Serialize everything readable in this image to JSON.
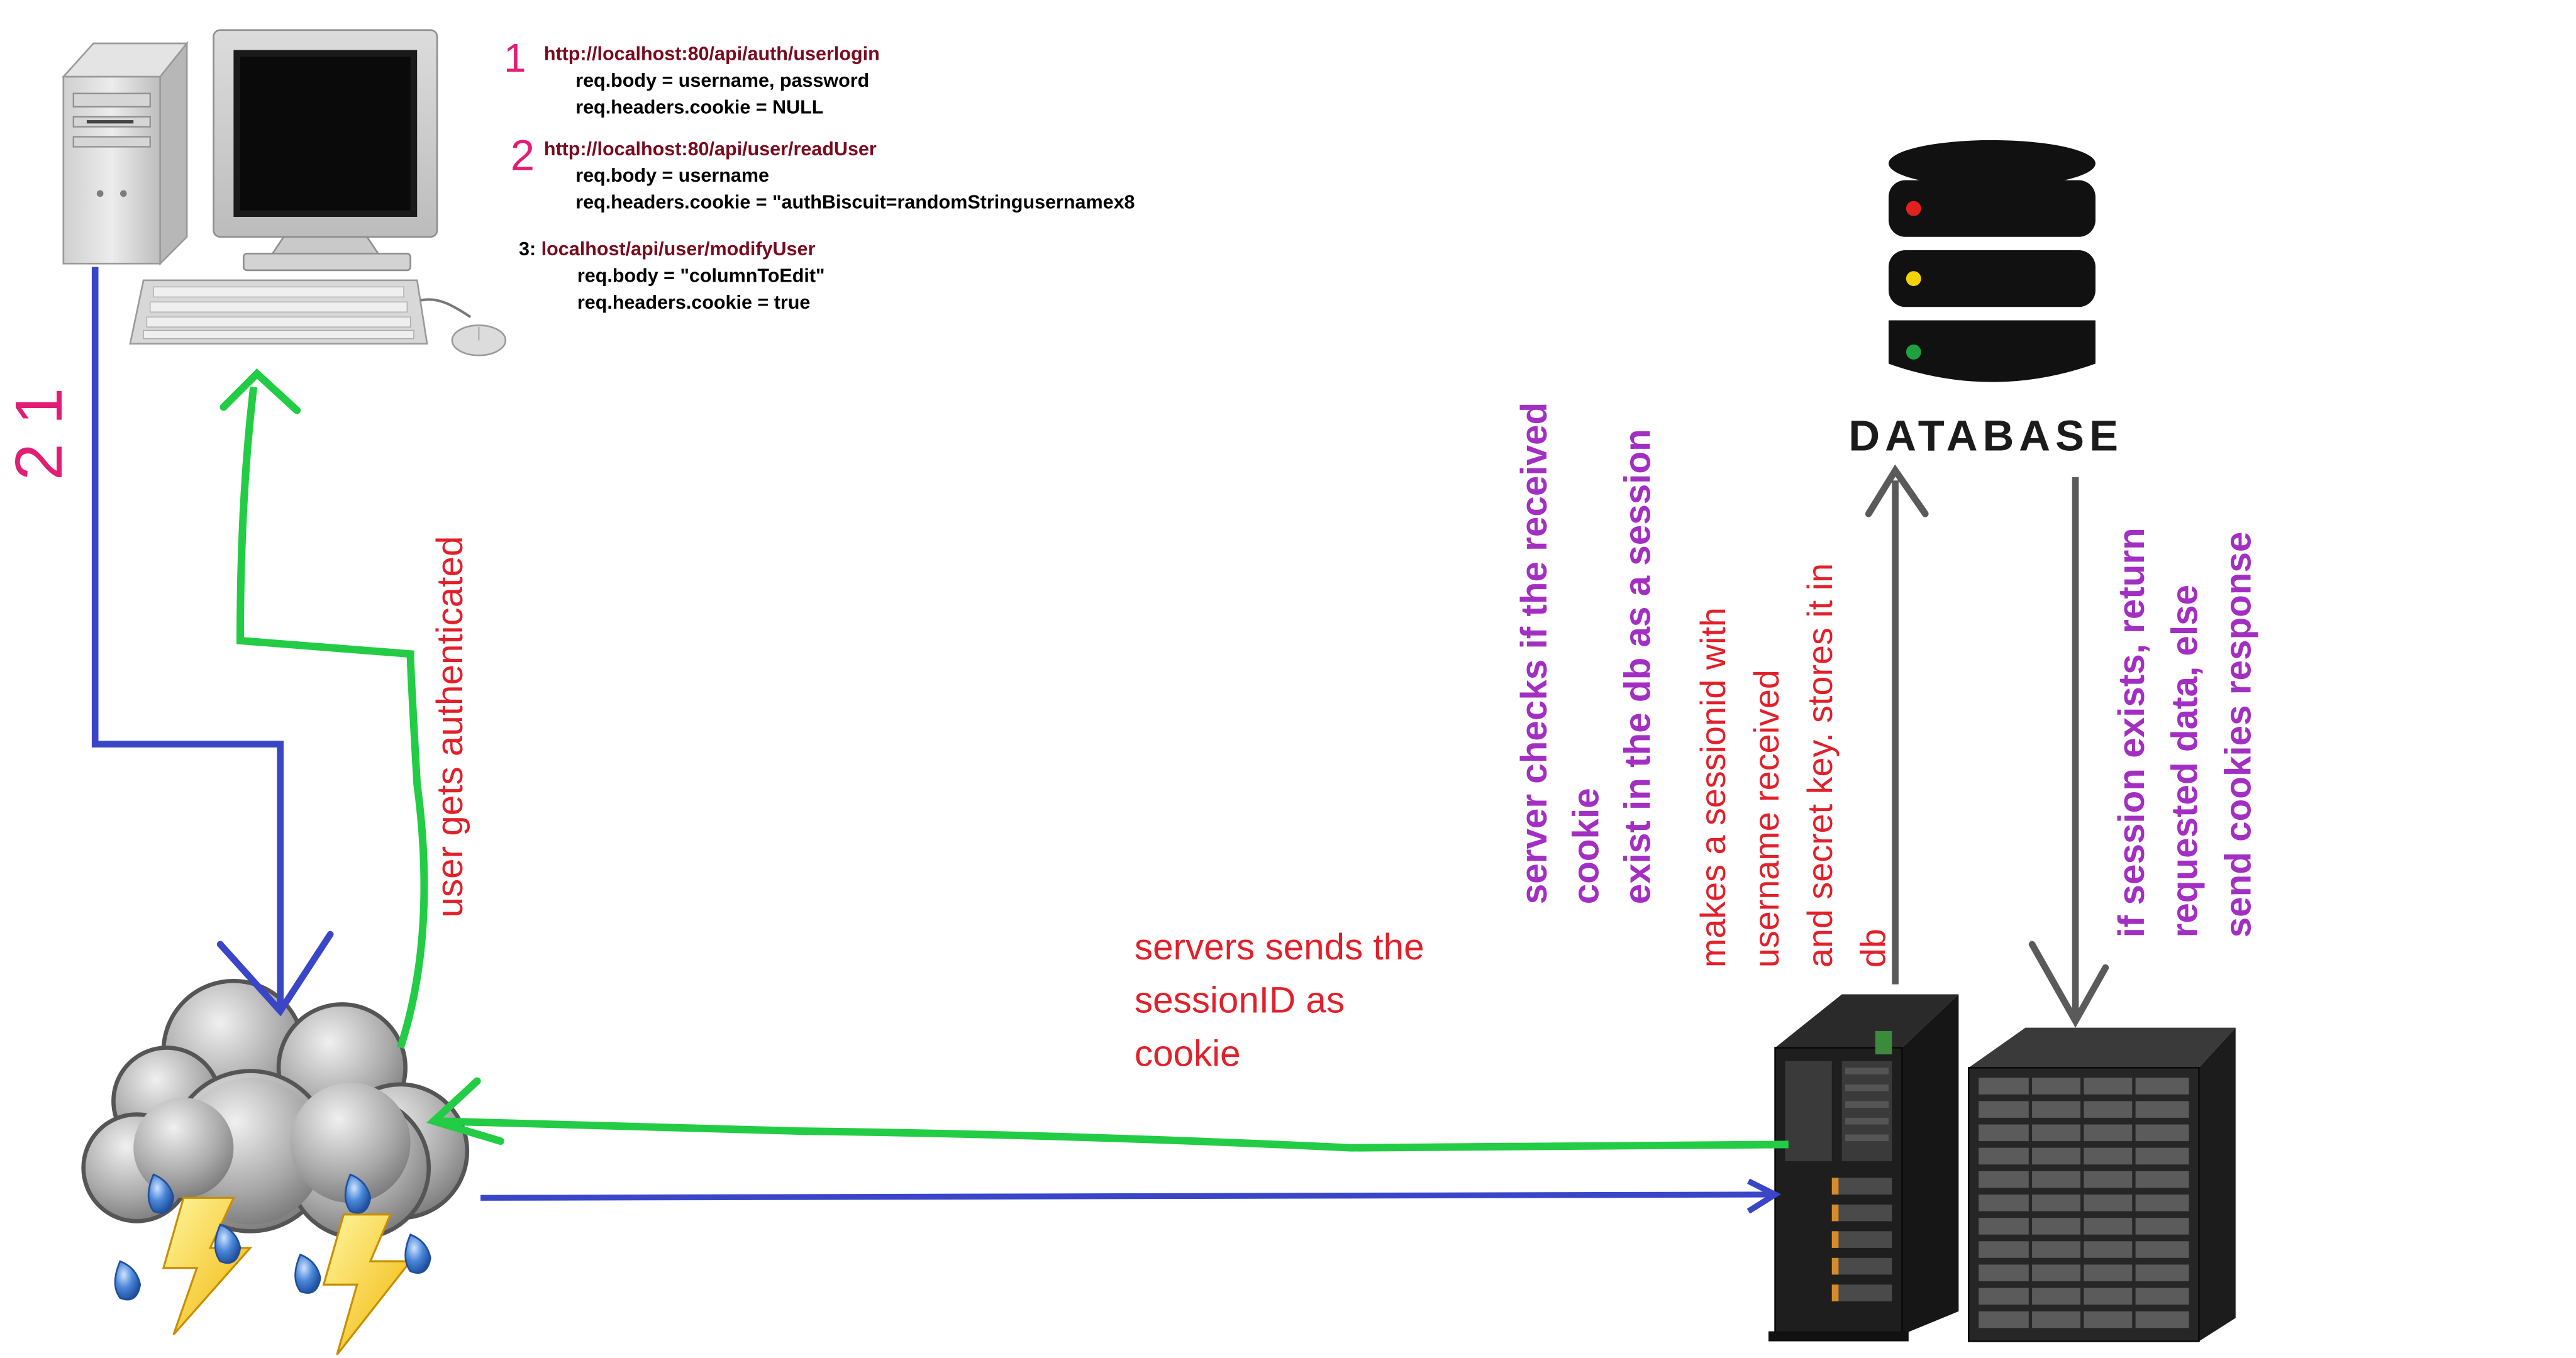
{
  "requests": [
    {
      "num": "1",
      "url": "http://localhost:80/api/auth/userlogin",
      "body": "req.body  = username, password",
      "cookie": "req.headers.cookie = NULL"
    },
    {
      "num": "2",
      "url": "http://localhost:80/api/user/readUser",
      "body": "req.body = username",
      "cookie": "req.headers.cookie = \"authBiscuit=randomStringusernamex8"
    },
    {
      "num": "3:",
      "url": "localhost/api/user/modifyUser",
      "body": "req.body = \"columnToEdit\"",
      "cookie": "req.headers.cookie = true"
    }
  ],
  "left_mark": "2 1",
  "labels": {
    "user_auth": "user gets authenticated",
    "server_sends": [
      "servers sends the",
      "sessionID as",
      "cookie"
    ],
    "server_checks": [
      "server checks if the received",
      "cookie",
      "exist in the db as a session"
    ],
    "makes_session": [
      "makes a sessionid with",
      "username received",
      "and secret key. stores it in",
      "db"
    ],
    "if_session": [
      "if session exists, return",
      "requested data, else",
      "send cookies response"
    ]
  },
  "database_label": "DATABASE",
  "colors": {
    "blue_line": "#3a46c8",
    "green_line": "#22cc44",
    "grey_arrow": "#5a5a5a",
    "red_text": "#e2202a",
    "purple_text": "#a32fc2",
    "pink_number": "#e11d74",
    "url_text": "#7a0a1e"
  },
  "icons": [
    "desktop-computer-icon",
    "storm-cloud-icon",
    "database-icon",
    "server-rack-icon"
  ]
}
